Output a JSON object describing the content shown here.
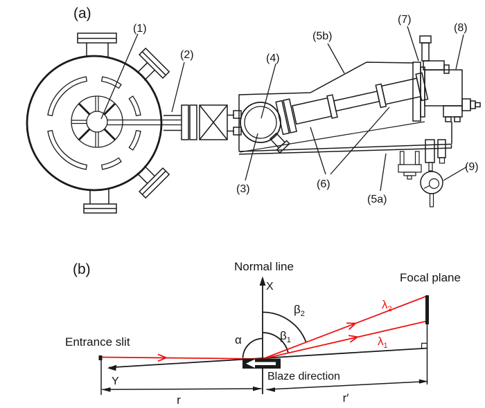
{
  "figure": {
    "panel_a": {
      "label": "(a)",
      "callouts": {
        "c1": "(1)",
        "c2": "(2)",
        "c3": "(3)",
        "c4": "(4)",
        "c5a": "(5a)",
        "c5b": "(5b)",
        "c6": "(6)",
        "c7": "(7)",
        "c8": "(8)",
        "c9": "(9)"
      }
    },
    "panel_b": {
      "label": "(b)",
      "normal_line": "Normal line",
      "x_axis": "X",
      "y_axis": "Y",
      "entrance_slit": "Entrance slit",
      "focal_plane": "Focal plane",
      "blaze_direction": "Blaze direction",
      "alpha": "α",
      "beta": "β",
      "beta1_sub": "1",
      "beta2_sub": "2",
      "lambda": "λ",
      "lambda1_sub": "1",
      "lambda2_sub": "2",
      "r_label": "r",
      "r_prime_label": "r′"
    },
    "colors": {
      "ink": "#1a1a1a",
      "ray_red": "#ee1111",
      "background": "#ffffff"
    }
  }
}
